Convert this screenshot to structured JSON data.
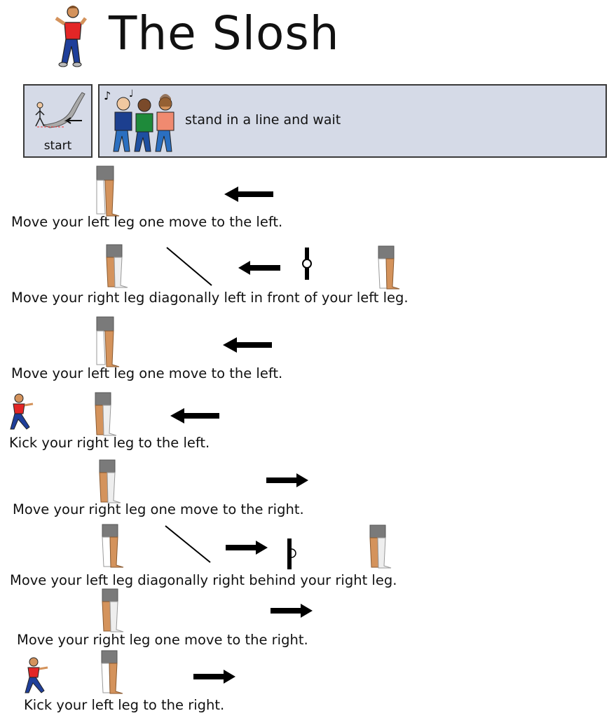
{
  "header": {
    "title": "The Slosh",
    "icon": "dancing-boy-icon"
  },
  "intro": {
    "start_label": "start",
    "start_icon": "start-path-icon",
    "wait_label": "stand in a line and wait",
    "wait_icon": "dancing-line-icon",
    "box_color": "#d5dae7"
  },
  "steps": [
    {
      "text": "Move your left leg one move to the left.",
      "icons": [
        "legs-left-forward-icon",
        "arrow-left-icon"
      ]
    },
    {
      "text": "Move your right leg diagonally left in front of your left leg.",
      "icons": [
        "legs-right-forward-icon",
        "diagonal-line-icon",
        "arrow-left-icon",
        "in-front-symbol-icon",
        "legs-left-forward-icon"
      ]
    },
    {
      "text": "Move your left leg one move to the left.",
      "icons": [
        "legs-left-forward-icon",
        "arrow-left-icon"
      ]
    },
    {
      "text": "Kick your right leg to the left.",
      "icons": [
        "kick-person-icon",
        "legs-right-forward-icon",
        "arrow-left-icon"
      ]
    },
    {
      "text": "Move your right leg one move to the right.",
      "icons": [
        "legs-right-forward-icon",
        "arrow-right-icon"
      ]
    },
    {
      "text": "Move your left leg diagonally right behind your right leg.",
      "icons": [
        "legs-left-forward-icon",
        "diagonal-line-icon",
        "arrow-right-icon",
        "behind-symbol-icon",
        "legs-right-forward-icon"
      ]
    },
    {
      "text": "Move your right leg one move to the right.",
      "icons": [
        "legs-right-forward-icon",
        "arrow-right-icon"
      ]
    },
    {
      "text": "Kick your left leg to the right.",
      "icons": [
        "kick-person-icon",
        "legs-left-forward-icon",
        "arrow-right-icon"
      ]
    }
  ],
  "colors": {
    "skin": "#d4935c",
    "shorts": "#7a7a7a",
    "shirt_red": "#e32626",
    "jeans_blue": "#1f3f9a"
  }
}
